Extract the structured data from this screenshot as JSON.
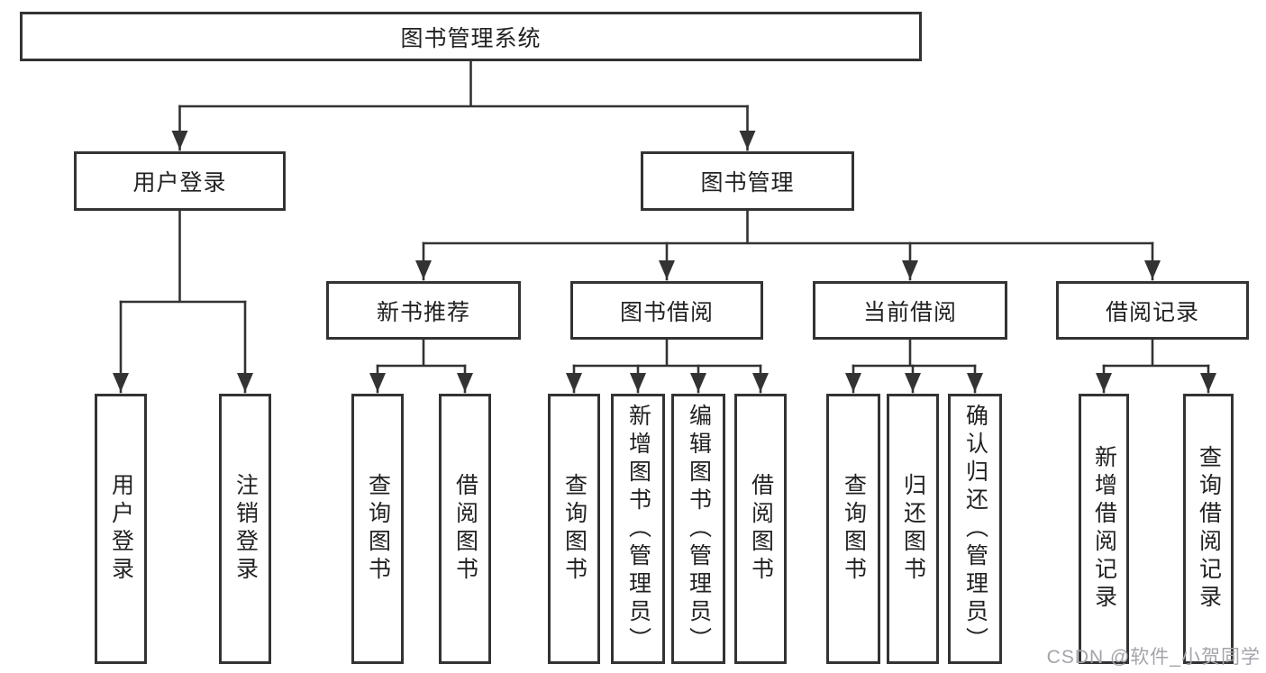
{
  "tree": {
    "root": {
      "label": "图书管理系统"
    },
    "level2": [
      {
        "label": "用户登录",
        "children": [
          {
            "label": "用户登录"
          },
          {
            "label": "注销登录"
          }
        ]
      },
      {
        "label": "图书管理",
        "children": [
          {
            "label": "新书推荐",
            "children": [
              {
                "label": "查询图书"
              },
              {
                "label": "借阅图书"
              }
            ]
          },
          {
            "label": "图书借阅",
            "children": [
              {
                "label": "查询图书"
              },
              {
                "label": "新增图书（管理员）"
              },
              {
                "label": "编辑图书（管理员）"
              },
              {
                "label": "借阅图书"
              }
            ]
          },
          {
            "label": "当前借阅",
            "children": [
              {
                "label": "查询图书"
              },
              {
                "label": "归还图书"
              },
              {
                "label": "确认归还（管理员）"
              }
            ]
          },
          {
            "label": "借阅记录",
            "children": [
              {
                "label": "新增借阅记录"
              },
              {
                "label": "查询借阅记录"
              }
            ]
          }
        ]
      }
    ]
  },
  "watermark": {
    "text": "CSDN @软件_小贺同学"
  },
  "colors": {
    "line": "#333333",
    "border": "#333333",
    "text": "#222222",
    "watermark": "#a3a3ab",
    "background": "#ffffff"
  }
}
